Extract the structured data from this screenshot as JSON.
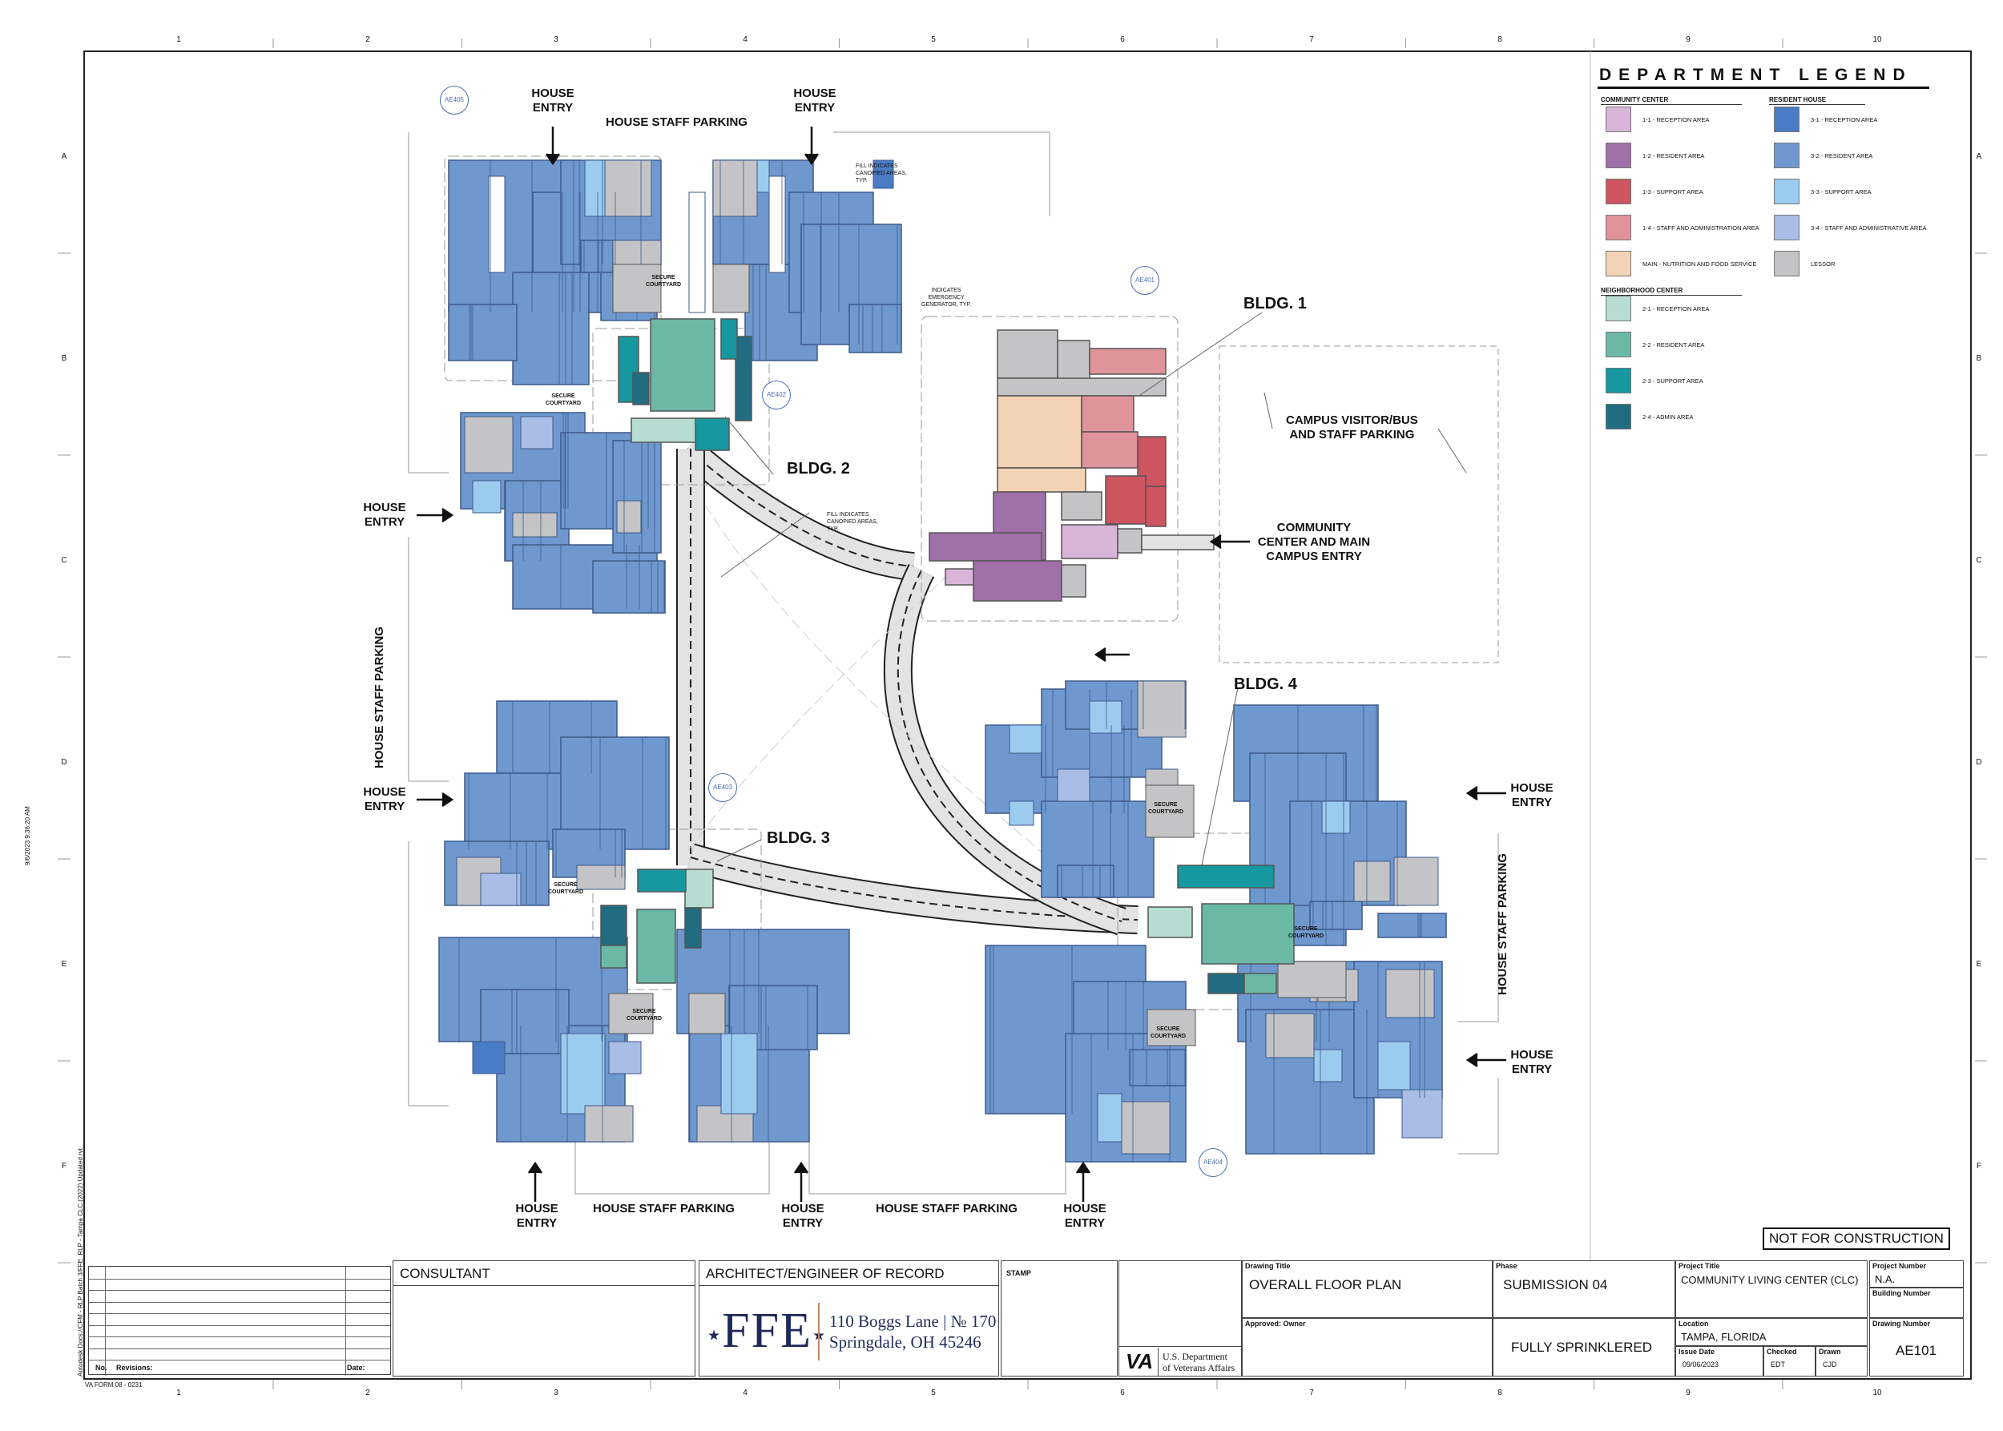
{
  "grid": {
    "columns": [
      "1",
      "2",
      "3",
      "4",
      "5",
      "6",
      "7",
      "8",
      "9",
      "10"
    ],
    "rows": [
      "A",
      "B",
      "C",
      "D",
      "E",
      "F"
    ]
  },
  "labels": {
    "bldg1": "BLDG. 1",
    "bldg2": "BLDG. 2",
    "bldg3": "BLDG. 3",
    "bldg4": "BLDG. 4",
    "house_entry_1": "HOUSE",
    "house_entry_2": "ENTRY",
    "house_staff_parking": "HOUSE STAFF PARKING",
    "campus_parking_1": "CAMPUS VISITOR/BUS",
    "campus_parking_2": "AND STAFF PARKING",
    "community_entry_1": "COMMUNITY",
    "community_entry_2": "CENTER AND MAIN",
    "community_entry_3": "CAMPUS ENTRY",
    "secure_courtyard_1": "SECURE",
    "secure_courtyard_2": "COURTYARD",
    "canopy_note_1": "FILL INDICATES",
    "canopy_note_2": "CANOPIED AREAS,",
    "canopy_note_3": "TYP.",
    "generator_note_1": "INDICATES",
    "generator_note_2": "EMERGENCY",
    "generator_note_3": "GENERATOR, TYP.",
    "not_for_construction": "NOT FOR CONSTRUCTION",
    "date_stamp": "9/6/2023 9:36:20 AM",
    "file_path": "Autodesk Docs://CFM - RLP Batch 3/FFE_RLP - Tampa CLC (2022) Updated.rvt",
    "va_form": "VA FORM  08 - 0231"
  },
  "callouts": [
    "AE405",
    "AE401",
    "AE402",
    "AE403",
    "AE404"
  ],
  "legend": {
    "title": "DEPARTMENT LEGEND",
    "groups": [
      {
        "name": "COMMUNITY CENTER",
        "items": [
          {
            "label": "1-1 - RECEPTION AREA",
            "color": "#d9b5d9"
          },
          {
            "label": "1-2 - RESIDENT AREA",
            "color": "#a070a8"
          },
          {
            "label": "1-3 - SUPPORT AREA",
            "color": "#cc5560"
          },
          {
            "label": "1-4 - STAFF AND ADMINISTRATION AREA",
            "color": "#e0939a"
          },
          {
            "label": "MAIN - NUTRITION AND FOOD SERVICE",
            "color": "#f2d3b5"
          }
        ]
      },
      {
        "name": "NEIGHBORHOOD CENTER",
        "items": [
          {
            "label": "2-1 - RECEPTION AREA",
            "color": "#b7ddd2"
          },
          {
            "label": "2-2 - RESIDENT AREA",
            "color": "#6cb8a6"
          },
          {
            "label": "2-3 - SUPPORT AREA",
            "color": "#17979f"
          },
          {
            "label": "2-4 - ADMIN AREA",
            "color": "#216c80"
          }
        ]
      },
      {
        "name": "RESIDENT HOUSE",
        "items": [
          {
            "label": "3-1 - RECEPTION AREA",
            "color": "#4b7cc6"
          },
          {
            "label": "3-2 - RESIDENT AREA",
            "color": "#6f98cf"
          },
          {
            "label": "3-3 - SUPPORT AREA",
            "color": "#9ccbf0"
          },
          {
            "label": "3-4 - STAFF AND ADMINISTRATIVE AREA",
            "color": "#a9bde6"
          },
          {
            "label": "LESSOR",
            "color": "#c4c4c6"
          }
        ]
      }
    ]
  },
  "title_block": {
    "revisions_no": "No.",
    "revisions_label": "Revisions:",
    "revisions_date": "Date:",
    "consultant": "CONSULTANT",
    "architect": "ARCHITECT/ENGINEER OF RECORD",
    "firm_logo": "FFE",
    "firm_address_1": "110 Boggs Lane | № 170",
    "firm_address_2": "Springdale, OH 45246",
    "stamp": "STAMP",
    "va_logo": "VA",
    "va_name_1": "U.S. Department",
    "va_name_2": "of Veterans Affairs",
    "drawing_title_label": "Drawing Title",
    "drawing_title": "OVERALL FLOOR PLAN",
    "approved_label": "Approved: Owner",
    "phase_label": "Phase",
    "phase": "SUBMISSION 04",
    "sprinkler": "FULLY SPRINKLERED",
    "project_title_label": "Project Title",
    "project_title": "COMMUNITY LIVING CENTER (CLC)",
    "project_number_label": "Project Number",
    "project_number": "N.A.",
    "building_number_label": "Building Number",
    "location_label": "Location",
    "location": "TAMPA, FLORIDA",
    "issue_date_label": "Issue Date",
    "issue_date": "09/06/2023",
    "checked_label": "Checked",
    "checked": "EDT",
    "drawn_label": "Drawn",
    "drawn": "CJD",
    "drawing_number_label": "Drawing Number",
    "drawing_number": "AE101"
  },
  "colors": {
    "resident": "#6f98cf",
    "resident_dark": "#4b7cc6",
    "support": "#9ccbf0",
    "staff": "#a9bde6",
    "lessor": "#c4c4c6",
    "nc_resident": "#6cb8a6",
    "nc_reception": "#b7ddd2",
    "nc_support": "#17979f",
    "nc_admin": "#216c80",
    "cc_reception": "#d9b5d9",
    "cc_resident": "#a070a8",
    "cc_support": "#cc5560",
    "cc_staff": "#e0939a",
    "cc_food": "#f2d3b5",
    "navy": "#1f2a5a"
  }
}
